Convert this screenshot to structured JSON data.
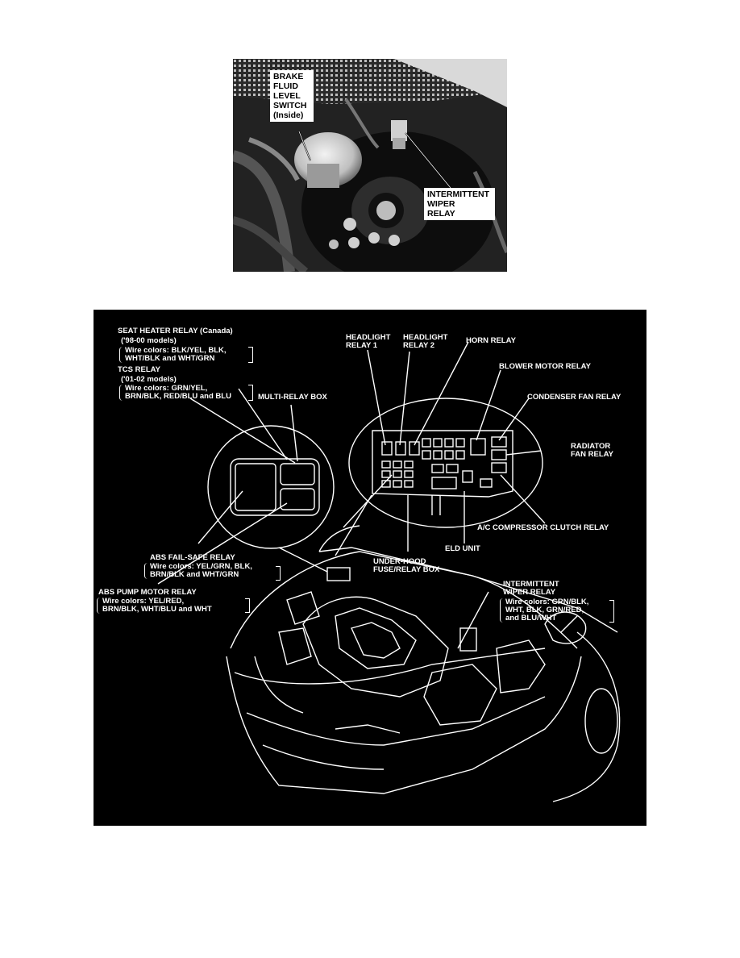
{
  "photo": {
    "brake_label": "BRAKE\nFLUID\nLEVEL\nSWITCH\n(Inside)",
    "wiper_label": "INTERMITTENT\nWIPER\nRELAY"
  },
  "diagram": {
    "seat_heater_title": "SEAT HEATER RELAY (Canada)",
    "seat_heater_models": "('98-00 models)",
    "seat_heater_wires": "Wire colors: BLK/YEL, BLK,\nWHT/BLK and WHT/GRN",
    "tcs_title": "TCS RELAY",
    "tcs_models": "('01-02 models)",
    "tcs_wires": "Wire colors: GRN/YEL,\nBRN/BLK, RED/BLU and BLU",
    "multi_relay_box": "MULTI-RELAY BOX",
    "headlight_relay_1": "HEADLIGHT\nRELAY 1",
    "headlight_relay_2": "HEADLIGHT\nRELAY 2",
    "horn_relay": "HORN RELAY",
    "blower_motor_relay": "BLOWER MOTOR RELAY",
    "condenser_fan_relay": "CONDENSER FAN RELAY",
    "radiator_fan_relay": "RADIATOR\nFAN RELAY",
    "ac_compressor_clutch_relay": "A/C COMPRESSOR CLUTCH RELAY",
    "eld_unit": "ELD UNIT",
    "under_hood_box": "UNDER-HOOD\nFUSE/RELAY BOX",
    "abs_fail_safe_title": "ABS FAIL-SAFE RELAY",
    "abs_fail_safe_wires": "Wire colors: YEL/GRN, BLK,\nBRN/BLK and WHT/GRN",
    "abs_pump_title": "ABS PUMP MOTOR RELAY",
    "abs_pump_wires": "Wire colors: YEL/RED,\nBRN/BLK, WHT/BLU and WHT",
    "intermittent_wiper_title": "INTERMITTENT\nWIPER RELAY",
    "intermittent_wiper_wires": "Wire colors: GRN/BLK,\nWHT, BLK, GRN/RED,\nand BLU/WHT"
  }
}
